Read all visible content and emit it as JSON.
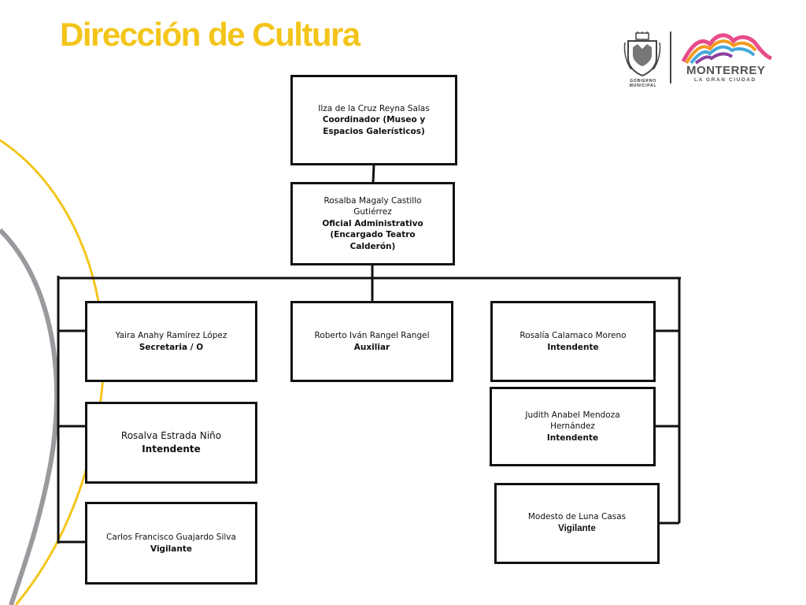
{
  "title": "Dirección de Cultura",
  "colors": {
    "title": "#F3C51A",
    "arc_yellow": "#F3C51A",
    "arc_gray": "#9A9A9E",
    "border": "#111111"
  },
  "logos": {
    "government": {
      "icon": "coat-of-arms-icon",
      "caption": "GOBIERNO MUNICIPAL"
    },
    "city": {
      "icon": "mountain-rainbow-icon",
      "name": "MONTERREY",
      "tagline": "LA GRAN CIUDAD"
    }
  },
  "org": {
    "coordinator": {
      "name": "Ilza de la  Cruz Reyna Salas",
      "role": "Coordinador  (Museo y Espacios Galerísticos)"
    },
    "administrative": {
      "name": "Rosalba Magaly Castillo Gutiérrez",
      "role": "Oficial Administrativo (Encargado Teatro Calderón)"
    },
    "left": [
      {
        "name": "Yaira  Anahy Ramírez López",
        "role": "Secretaria / O"
      },
      {
        "name": "Rosalva  Estrada Niño",
        "role": "Intendente"
      },
      {
        "name": "Carlos Francisco Guajardo Silva",
        "role": "Vigilante"
      }
    ],
    "center": [
      {
        "name": "Roberto Iván Rangel  Rangel",
        "role": "Auxiliar"
      }
    ],
    "right": [
      {
        "name": "Rosalía Calamaco Moreno",
        "role": "Intendente"
      },
      {
        "name": "Judith Anabel  Mendoza Hernández",
        "role": "Intendente"
      },
      {
        "name": "Modesto de Luna Casas",
        "role": "Vigilante"
      }
    ]
  }
}
